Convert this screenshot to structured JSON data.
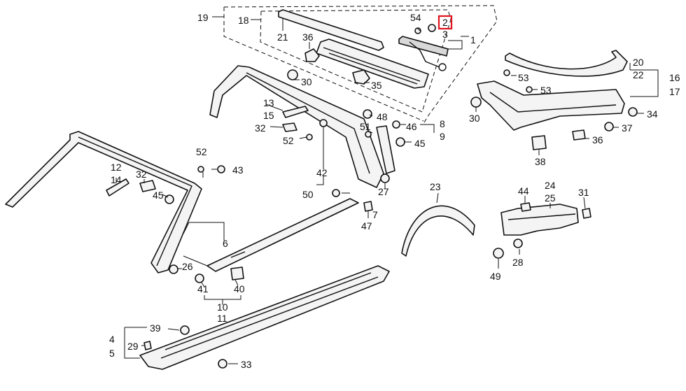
{
  "callouts": {
    "c1": "1",
    "c2": "2",
    "c3": "3",
    "c4": "4",
    "c5": "5",
    "c6": "6",
    "c7": "7",
    "c8": "8",
    "c9": "9",
    "c10": "10",
    "c11": "11",
    "c12": "12",
    "c13": "13",
    "c14": "14",
    "c15": "15",
    "c16": "16",
    "c17": "17",
    "c18": "18",
    "c19": "19",
    "c20": "20",
    "c21": "21",
    "c22": "22",
    "c23": "23",
    "c24": "24",
    "c25": "25",
    "c26": "26",
    "c27": "27",
    "c28": "28",
    "c29": "29",
    "c30a": "30",
    "c30b": "30",
    "c31": "31",
    "c32a": "32",
    "c32b": "32",
    "c33": "33",
    "c34": "34",
    "c35": "35",
    "c36a": "36",
    "c36b": "36",
    "c37": "37",
    "c38": "38",
    "c39": "39",
    "c40": "40",
    "c41": "41",
    "c42": "42",
    "c43": "43",
    "c44": "44",
    "c45a": "45",
    "c45b": "45",
    "c46": "46",
    "c47": "47",
    "c48": "48",
    "c49": "49",
    "c50": "50",
    "c51": "51",
    "c52a": "52",
    "c52b": "52",
    "c53a": "53",
    "c53b": "53",
    "c54": "54"
  },
  "highlight_color": "#e0141e",
  "line_color": "#111111"
}
